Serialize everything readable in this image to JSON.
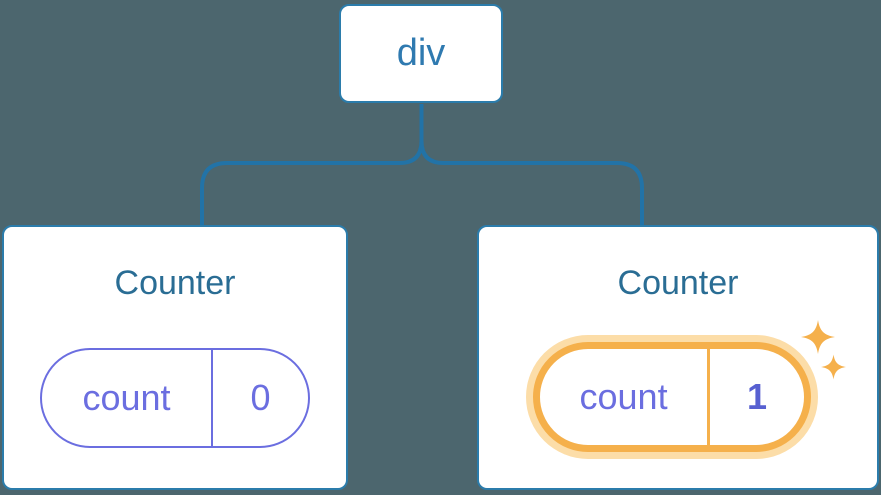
{
  "colors": {
    "background": "#4c666e",
    "tree_line": "#2273a7",
    "card_border": "#2b7cab",
    "root_text": "#2f7ab0",
    "title_text": "#2a6d94",
    "pill_purple": "#6b6ee0",
    "value_bold": "#5760d1",
    "highlight_orange": "#f5b04b",
    "highlight_glow": "#fcdda8",
    "card_bg": "#ffffff"
  },
  "tree": {
    "root": {
      "label": "div"
    },
    "children": [
      {
        "title": "Counter",
        "state": {
          "key": "count",
          "value": "0"
        },
        "highlighted": false
      },
      {
        "title": "Counter",
        "state": {
          "key": "count",
          "value": "1"
        },
        "highlighted": true
      }
    ]
  },
  "icons": {
    "sparkle_large": "four-point-star",
    "sparkle_small": "four-point-star"
  }
}
